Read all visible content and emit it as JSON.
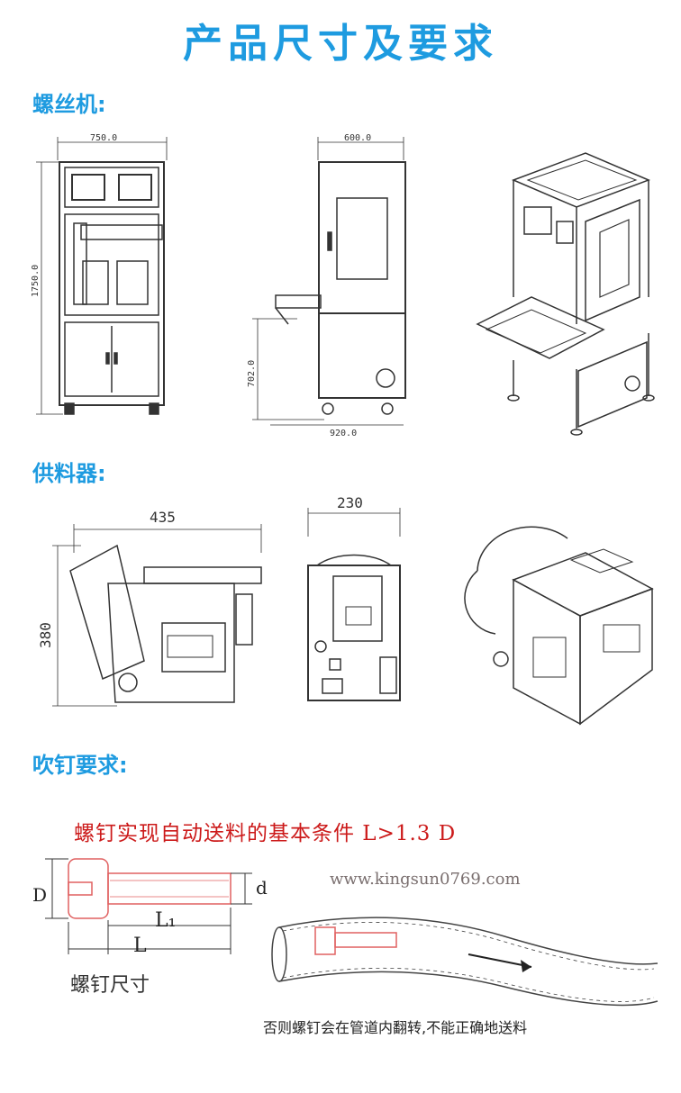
{
  "page": {
    "title": "产品尺寸及要求"
  },
  "sections": {
    "screw_machine": {
      "label": "螺丝机:",
      "dims": {
        "front_width": "750.0",
        "front_height": "1750.0",
        "side_width": "600.0",
        "side_height": "702.0",
        "side_depth": "920.0"
      }
    },
    "feeder": {
      "label": "供料器:",
      "dims": {
        "front_width": "435",
        "front_height": "380",
        "side_width": "230"
      }
    },
    "blow_nail": {
      "label": "吹钉要求:",
      "heading": "螺钉实现自动送料的基本条件 L>1.3 D",
      "website": "www.kingsun0769.com",
      "size_caption": "螺钉尺寸",
      "dims": {
        "D": "D",
        "d": "d",
        "L1": "L₁",
        "L": "L"
      },
      "warning": "否则螺钉会在管道内翻转,不能正确地送料"
    }
  }
}
